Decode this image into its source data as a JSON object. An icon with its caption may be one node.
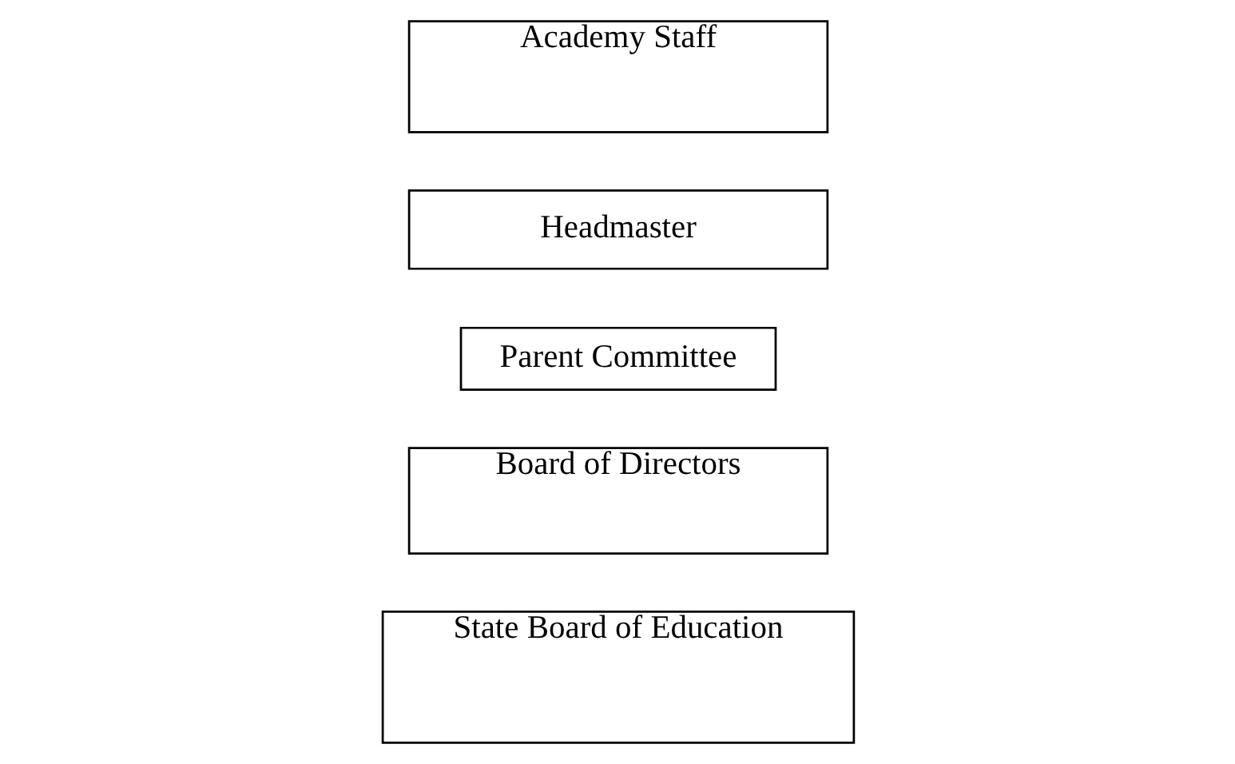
{
  "diagram": {
    "nodes": [
      {
        "text": [
          "State Board of Education"
        ]
      },
      {
        "text": [
          "Board of Directors"
        ]
      },
      {
        "text": [
          "Parent Committee"
        ]
      },
      {
        "text": [
          "Headmaster"
        ]
      },
      {
        "text": [
          "Academy Staff"
        ]
      }
    ]
  }
}
